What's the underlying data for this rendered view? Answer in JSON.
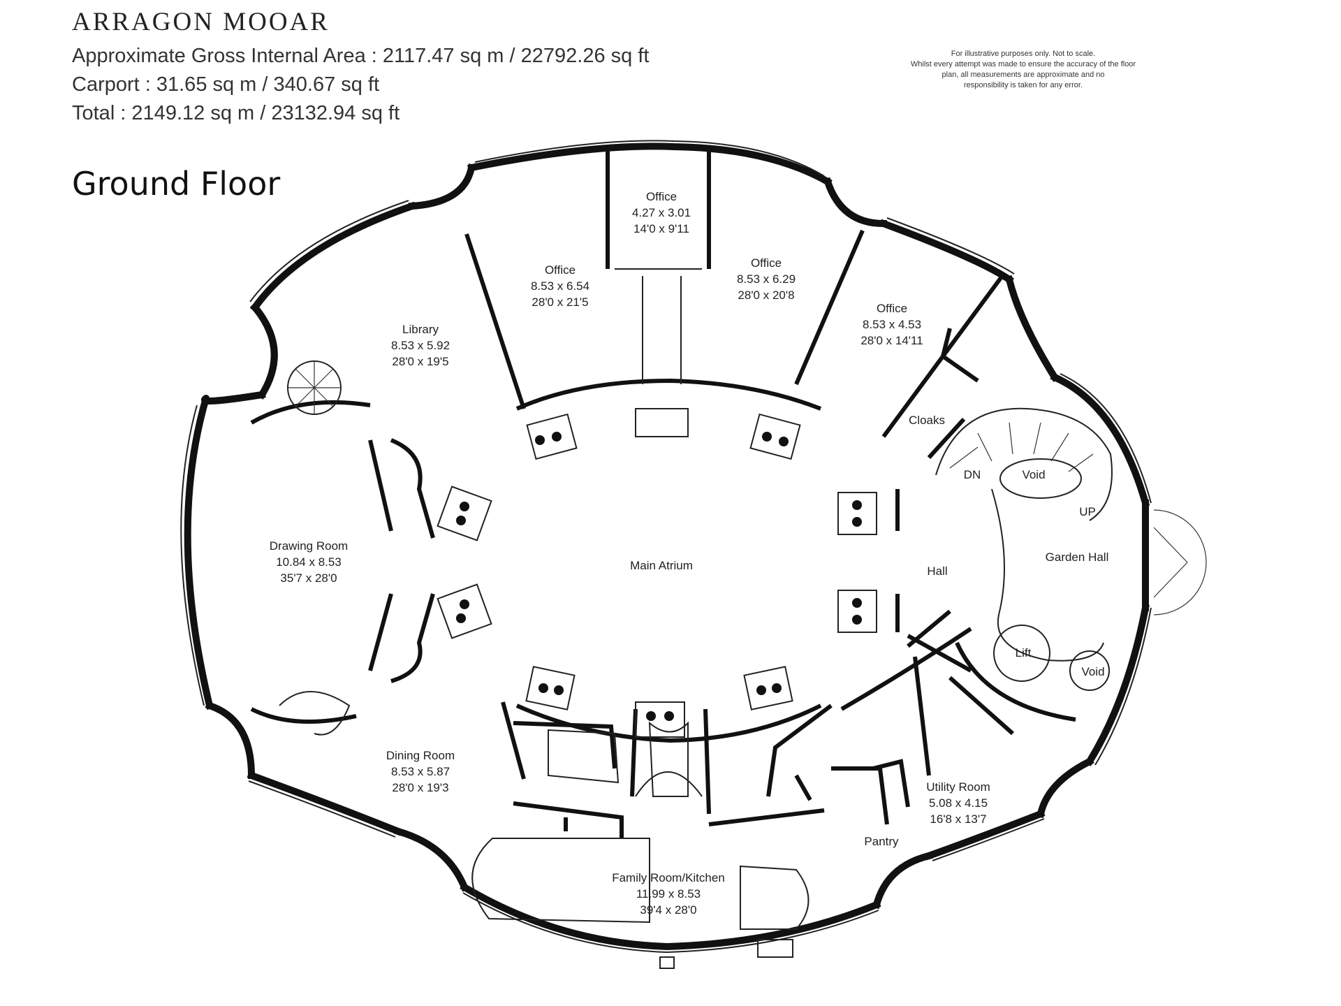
{
  "header": {
    "title": "ARRAGON MOOAR",
    "gross_area": "Approximate Gross Internal Area : 2117.47 sq m / 22792.26 sq ft",
    "carport": "Carport : 31.65 sq m / 340.67 sq ft",
    "total": "Total : 2149.12 sq m / 23132.94 sq ft"
  },
  "disclaimer": {
    "lines": [
      "For illustrative purposes only. Not to scale.",
      "Whilst every attempt was made to ensure the accuracy of the floor",
      "plan, all measurements are approximate and no",
      "responsibility is taken for any error."
    ]
  },
  "floor_title": "Ground Floor",
  "rooms": {
    "office_top": {
      "name": "Office",
      "metric": "4.27 x 3.01",
      "imperial": "14'0 x 9'11"
    },
    "office_left": {
      "name": "Office",
      "metric": "8.53 x 6.54",
      "imperial": "28'0 x 21'5"
    },
    "office_mid": {
      "name": "Office",
      "metric": "8.53 x 6.29",
      "imperial": "28'0 x 20'8"
    },
    "office_right": {
      "name": "Office",
      "metric": "8.53 x 4.53",
      "imperial": "28'0 x 14'11"
    },
    "library": {
      "name": "Library",
      "metric": "8.53 x 5.92",
      "imperial": "28'0 x 19'5"
    },
    "drawing_room": {
      "name": "Drawing Room",
      "metric": "10.84 x 8.53",
      "imperial": "35'7 x 28'0"
    },
    "dining_room": {
      "name": "Dining Room",
      "metric": "8.53 x 5.87",
      "imperial": "28'0 x 19'3"
    },
    "family_kitchen": {
      "name": "Family Room/Kitchen",
      "metric": "11.99 x 8.53",
      "imperial": "39'4 x 28'0"
    },
    "utility_room": {
      "name": "Utility Room",
      "metric": "5.08 x 4.15",
      "imperial": "16'8 x 13'7"
    },
    "main_atrium": {
      "name": "Main Atrium"
    },
    "hall": {
      "name": "Hall"
    },
    "garden_hall": {
      "name": "Garden Hall"
    },
    "cloaks": {
      "name": "Cloaks"
    },
    "pantry": {
      "name": "Pantry"
    },
    "void_upper": {
      "name": "Void"
    },
    "void_lower": {
      "name": "Void"
    },
    "lift": {
      "name": "Lift"
    },
    "dn": {
      "name": "DN"
    },
    "up": {
      "name": "UP"
    }
  }
}
